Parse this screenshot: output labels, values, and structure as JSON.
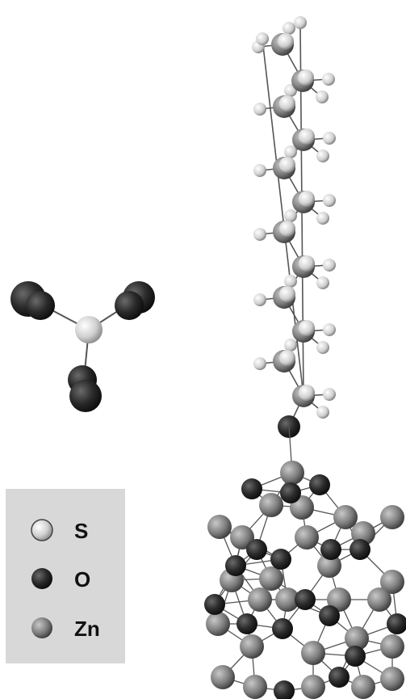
{
  "legend": {
    "items": [
      {
        "symbol": "S",
        "label": "S",
        "color": "#f2f2f2"
      },
      {
        "symbol": "O",
        "label": "O",
        "color": "#2a2a2a"
      },
      {
        "symbol": "Zn",
        "label": "Zn",
        "color": "#8a8a8a"
      }
    ]
  },
  "colors": {
    "sulfur": "#eeeeee",
    "oxygen": "#2b2b2b",
    "zinc": "#8c8c8c",
    "hydrogen": "#e6e6e6",
    "bond": "#444444",
    "legend_bg": "#d9d9d9"
  }
}
